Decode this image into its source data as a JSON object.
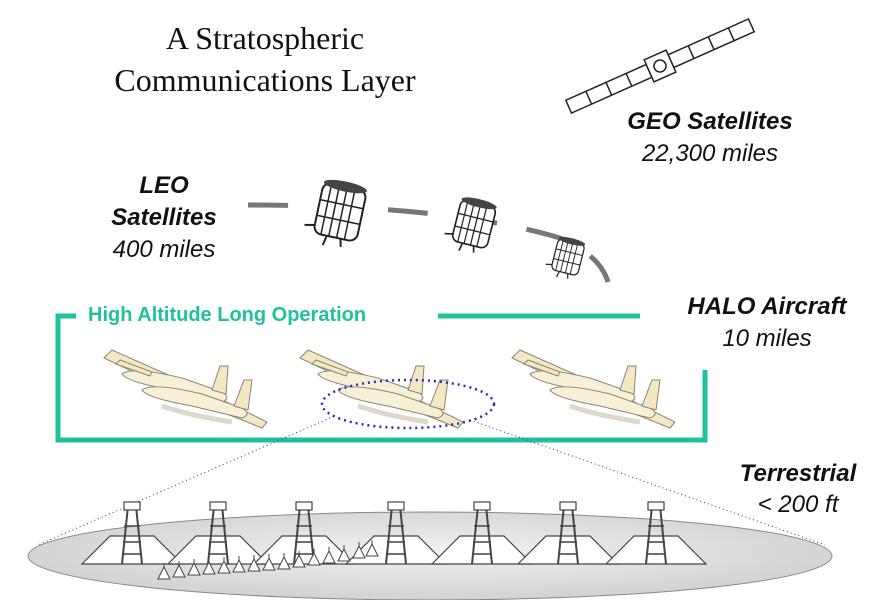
{
  "title": {
    "line1": "A Stratospheric",
    "line2": "Communications Layer"
  },
  "geo": {
    "name": "GEO Satellites",
    "altitude": "22,300 miles"
  },
  "leo": {
    "name_line1": "LEO",
    "name_line2": "Satellites",
    "altitude": "400 miles"
  },
  "halo": {
    "bracket_label": "High Altitude Long Operation",
    "name": "HALO Aircraft",
    "altitude": "10 miles"
  },
  "terrestrial": {
    "name": "Terrestrial",
    "altitude": "< 200 ft"
  },
  "colors": {
    "halo_green": "#1fc29a",
    "ground": "#dcdcdc",
    "footprint": "#2b2bb5",
    "aircraft": "#f4e8c4"
  },
  "icons": {
    "geo": "satellite-icon",
    "leo": "cylinder-satellite-icon",
    "aircraft": "aircraft-icon",
    "tower": "cell-tower-icon",
    "dish": "dish-antenna-icon"
  }
}
